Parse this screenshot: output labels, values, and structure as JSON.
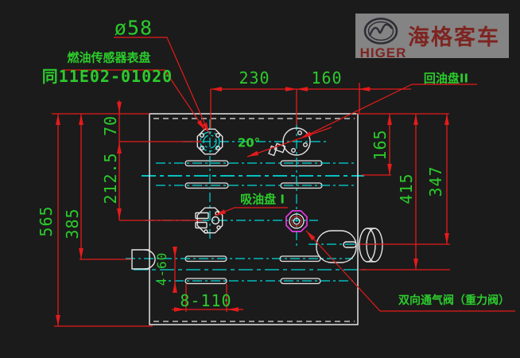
{
  "drawing": {
    "callouts": {
      "diameter": "ø58",
      "sensor_name": "燃油传感器表盘",
      "sensor_ref": "同11E02-01020",
      "return_port": "回油盘II",
      "suction_port": "吸油盘 I",
      "vent_valve": "双向通气阀（重力阀）",
      "angle": "20°"
    },
    "dimensions": {
      "top_left": "230",
      "top_right": "160",
      "v70": "70",
      "v212_5": "212.5",
      "v385": "385",
      "v565": "565",
      "v165": "165",
      "v415": "415",
      "v347": "347",
      "slot_rows": "4-60",
      "slot_pitch": "8-110"
    },
    "colors": {
      "background": "#1b1b1b",
      "outline_white": "#e4e4e4",
      "centerline_cyan": "#00d8d8",
      "dimension_green": "#2ccb2c",
      "annotation_red": "#e51b1b",
      "highlight_magenta": "#e23ce2"
    }
  },
  "logo": {
    "brand_cn": "海格客车",
    "brand_en": "HIGER",
    "bg_color": "#848484",
    "text_color": "#7e2421"
  }
}
